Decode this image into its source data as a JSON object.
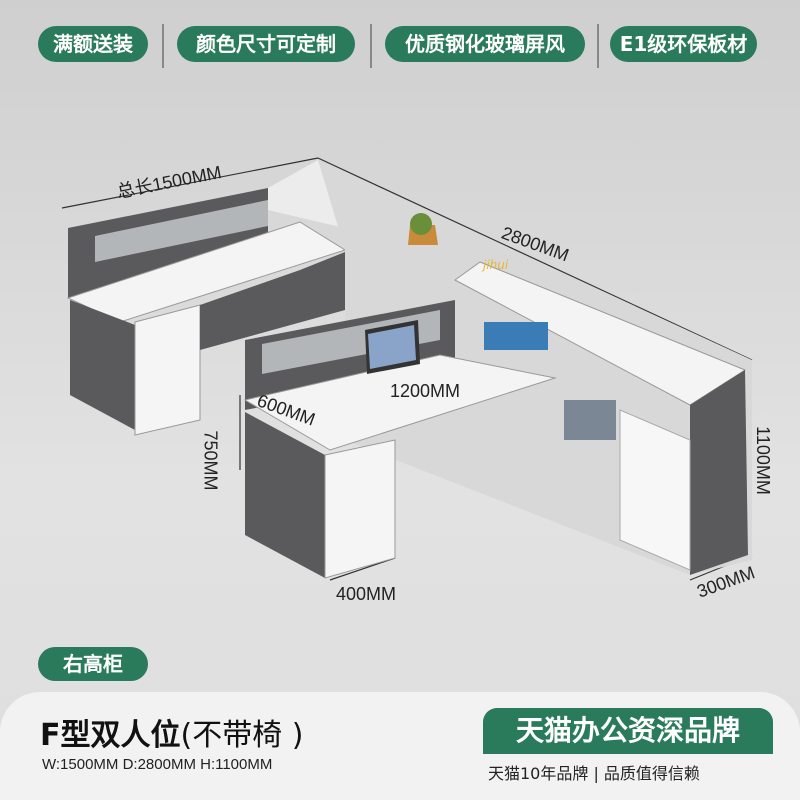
{
  "badges": [
    "满额送装",
    "颜色尺寸可定制",
    "优质钢化玻璃屏风",
    "E1级环保板材"
  ],
  "dimensions": {
    "total_length": "总长1500MM",
    "depth": "2800MM",
    "desk_depth": "600MM",
    "desk_width": "1200MM",
    "desk_height": "750MM",
    "cabinet_height": "1100MM",
    "pedestal_width": "400MM",
    "cabinet_depth": "300MM"
  },
  "watermark": "jihui",
  "variant_tag": "右高柜",
  "product": {
    "title_bold": "F型双人位",
    "title_light": "(不带椅 )",
    "specs": "W:1500MM   D:2800MM   H:1100MM"
  },
  "brand": {
    "headline": "天猫办公资深品牌",
    "subline": "天猫10年品牌 | 品质值得信赖"
  },
  "colors": {
    "accent": "#2a7a5c",
    "panel": "#5a5a5c",
    "desktop": "#f4f4f4"
  }
}
